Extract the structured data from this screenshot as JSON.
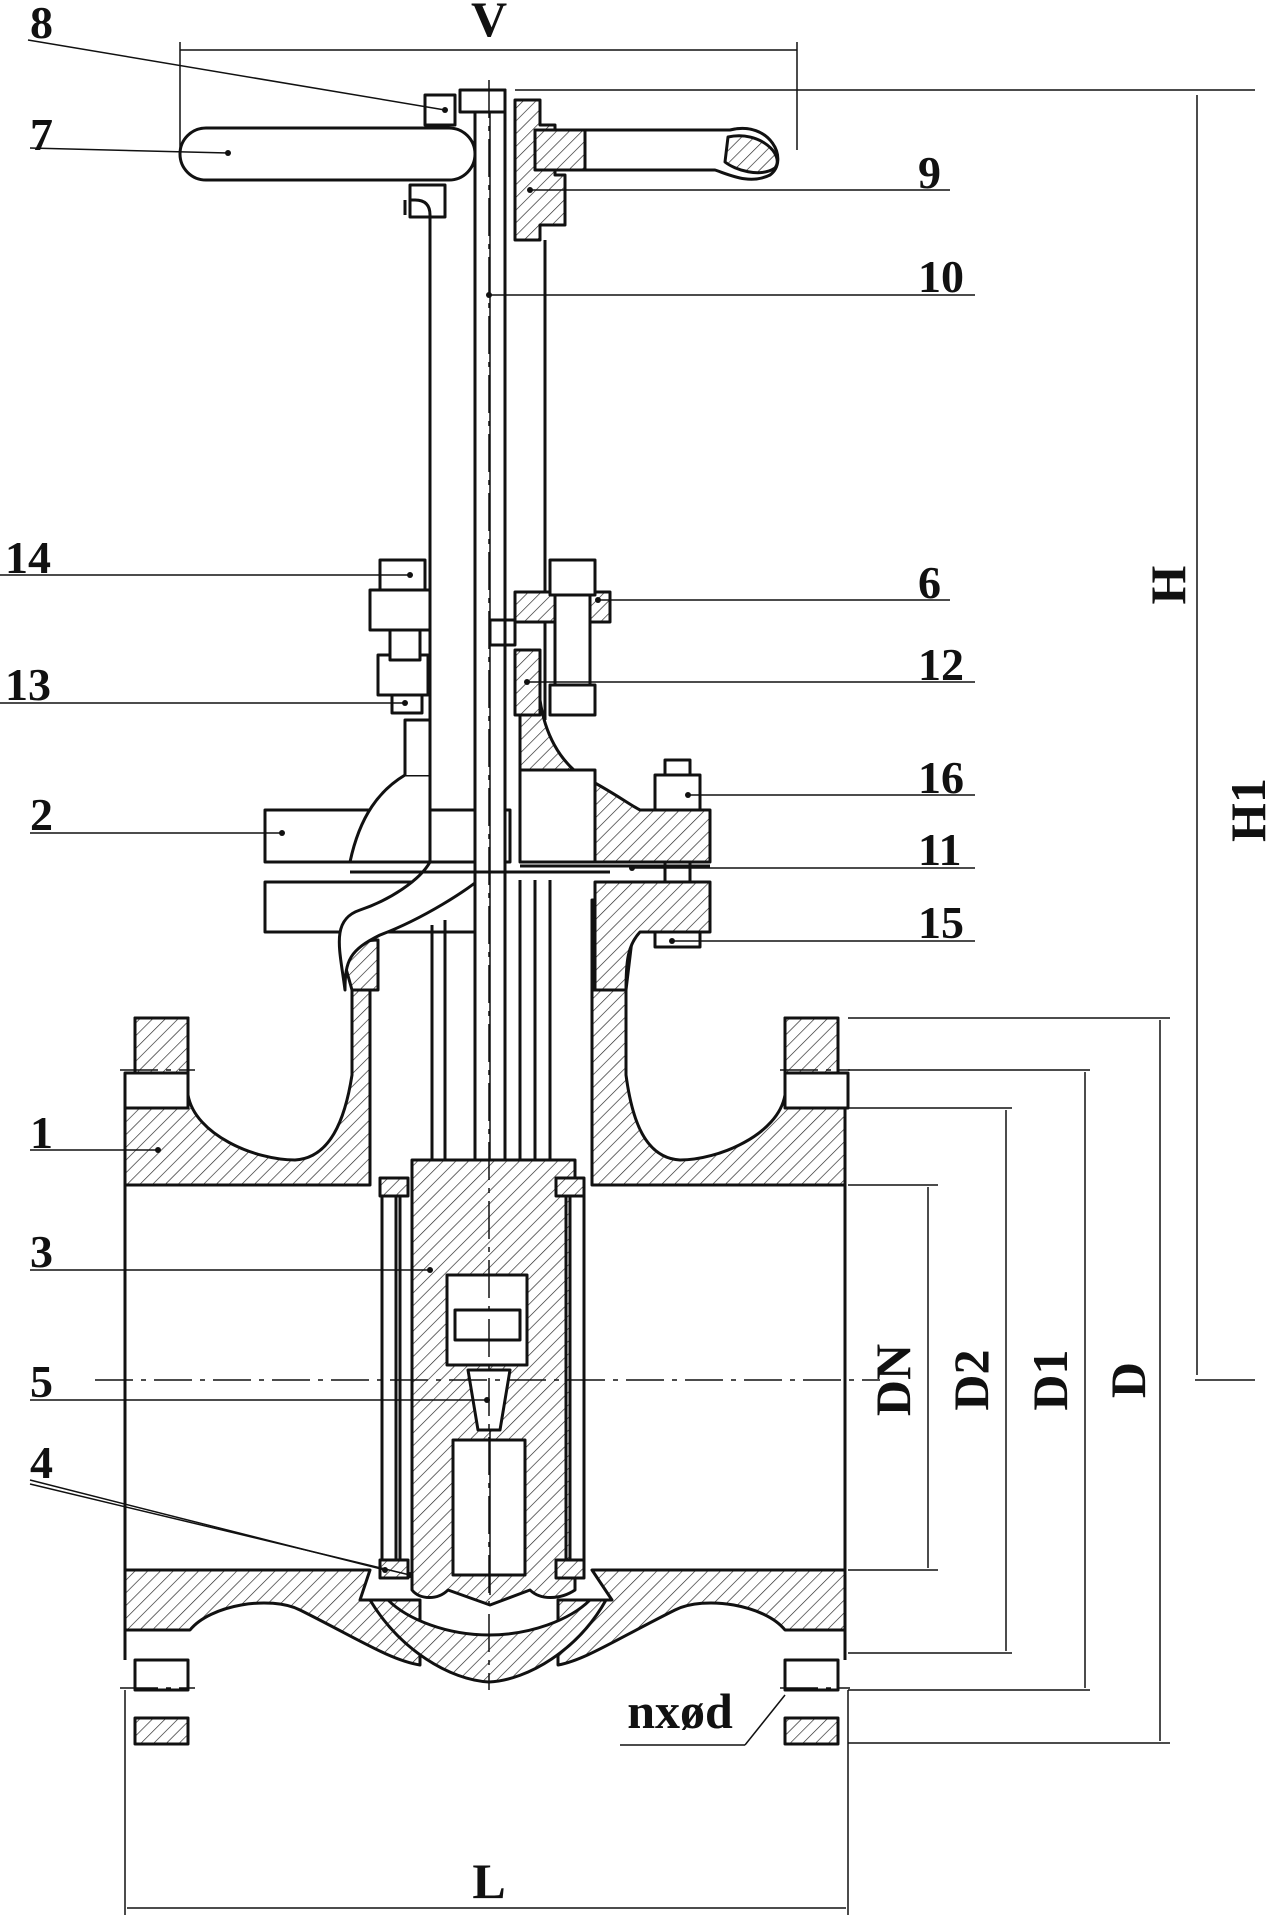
{
  "callouts": {
    "p1": "1",
    "p2": "2",
    "p3": "3",
    "p4": "4",
    "p5": "5",
    "p6": "6",
    "p7": "7",
    "p8": "8",
    "p9": "9",
    "p10": "10",
    "p11": "11",
    "p12": "12",
    "p13": "13",
    "p14": "14",
    "p15": "15",
    "p16": "16"
  },
  "dimensions": {
    "V": "V",
    "H": "H",
    "H1": "H1",
    "DN": "DN",
    "D2": "D2",
    "D1": "D1",
    "D": "D",
    "L": "L",
    "bolt_holes": "nxød"
  }
}
